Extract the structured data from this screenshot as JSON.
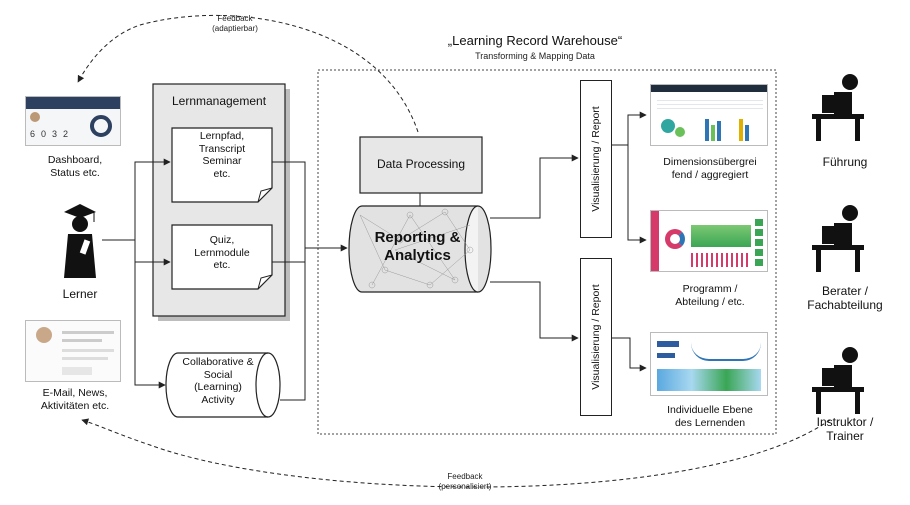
{
  "warehouse": {
    "title": "„Learning Record Warehouse“",
    "subtitle": "Transforming & Mapping Data"
  },
  "feedback_top": {
    "line1": "Feedback",
    "line2": "(adaptierbar)"
  },
  "feedback_bottom": {
    "line1": "Feedback",
    "line2": "(personalisiert)"
  },
  "left": {
    "dashboard": {
      "line1": "Dashboard,",
      "line2": "Status etc."
    },
    "learner": "Lerner",
    "email": {
      "line1": "E-Mail, News,",
      "line2": "Aktivitäten etc."
    }
  },
  "lernmanagement": {
    "title": "Lernmanagement",
    "doc1": [
      "Lernpfad,",
      "Transcript",
      "Seminar",
      "etc."
    ],
    "doc2": [
      "Quiz,",
      "Lernmodule",
      "etc."
    ]
  },
  "collaborative": [
    "Collaborative &",
    "Social",
    "(Learning)",
    "Activity"
  ],
  "data_processing": "Data Processing",
  "reporting": {
    "line1": "Reporting &",
    "line2": "Analytics"
  },
  "visualisierung": "Visualisierung / Report",
  "reports": {
    "r1": {
      "line1": "Dimensionsübergrei",
      "line2": "fend / aggregiert"
    },
    "r2": {
      "line1": "Programm /",
      "line2": "Abteilung / etc."
    },
    "r3": {
      "line1": "Individuelle Ebene",
      "line2": "des Lernenden"
    }
  },
  "roles": {
    "fuehrung": "Führung",
    "berater": {
      "line1": "Berater /",
      "line2": "Fachabteilung"
    },
    "instruktor": {
      "line1": "Instruktor  /",
      "line2": "Trainer"
    }
  },
  "thumbnails": {
    "dashboard_stats": [
      "6",
      "0",
      "3",
      "2"
    ]
  },
  "colors": {
    "line": "#222222",
    "panel_gray": "#e7e7e7",
    "cylinder_gray": "#dcdcdc",
    "accent_blue": "#2e75b6",
    "accent_green": "#3aa655"
  }
}
